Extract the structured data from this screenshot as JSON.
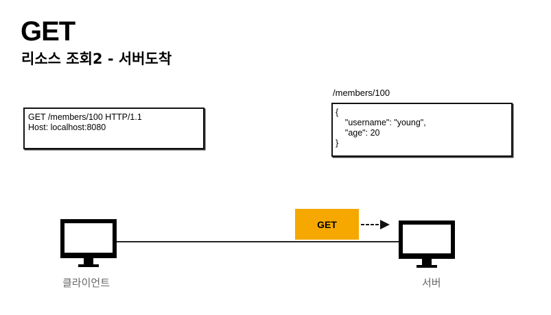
{
  "slide": {
    "title": "GET",
    "subtitle": "리소스 조회2 - 서버도착"
  },
  "request": {
    "lines": [
      "GET /members/100 HTTP/1.1",
      "Host: localhost:8080"
    ]
  },
  "resource": {
    "path": "/members/100",
    "lines": [
      "{",
      "    \"username\": \"young\",",
      "    \"age\": 20",
      "}"
    ]
  },
  "flow": {
    "method_label": "GET",
    "badge_color": "#f6a800"
  },
  "nodes": {
    "client_label": "클라이언트",
    "server_label": "서버"
  },
  "icons": {
    "client": "monitor-icon",
    "server": "monitor-icon",
    "direction": "arrow-right-icon"
  }
}
